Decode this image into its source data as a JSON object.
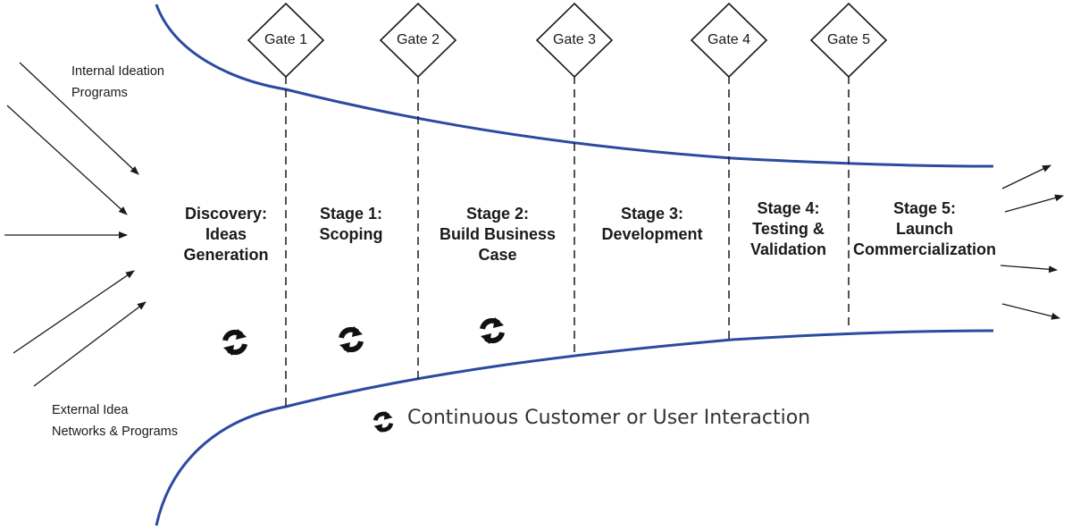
{
  "gates": [
    {
      "label": "Gate 1"
    },
    {
      "label": "Gate 2"
    },
    {
      "label": "Gate 3"
    },
    {
      "label": "Gate 4"
    },
    {
      "label": "Gate 5"
    }
  ],
  "stages": [
    {
      "label": "Discovery:\nIdeas\nGeneration"
    },
    {
      "label": "Stage 1:\nScoping"
    },
    {
      "label": "Stage 2:\nBuild Business\nCase"
    },
    {
      "label": "Stage 3:\nDevelopment"
    },
    {
      "label": "Stage 4:\nTesting &\nValidation"
    },
    {
      "label": "Stage 5:\nLaunch\nCommercialization"
    }
  ],
  "inputs": {
    "internal": "Internal Ideation\nPrograms",
    "external": "External Idea\nNetworks & Programs"
  },
  "legend": {
    "text": "Continuous Customer or User Interaction",
    "icon": "cycle-arrows-icon"
  },
  "colors": {
    "funnel": "#2b4aa0",
    "ink": "#1a1a1a"
  }
}
